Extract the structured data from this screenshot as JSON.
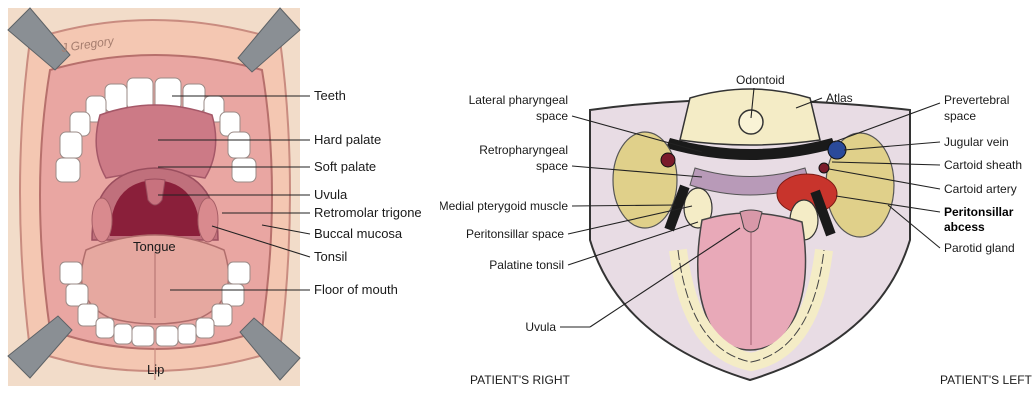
{
  "left_figure": {
    "signature": "J Gregory",
    "labels": {
      "teeth": "Teeth",
      "hard_palate": "Hard palate",
      "soft_palate": "Soft palate",
      "uvula": "Uvula",
      "retromolar_trigone": "Retromolar trigone",
      "buccal_mucosa": "Buccal mucosa",
      "tonsil": "Tonsil",
      "floor_of_mouth": "Floor of mouth",
      "tongue": "Tongue",
      "lip": "Lip"
    },
    "colors": {
      "background": "#f2dcc9",
      "lip": "#f4c7b2",
      "mucosa": "#e9a6a2",
      "palate": "#cc7a86",
      "throat": "#8a1f3a",
      "tongue": "#e6a8a0",
      "tooth": "#ffffff",
      "retractor": "#8a8f94"
    }
  },
  "right_figure": {
    "labels": {
      "odontoid": "Odontoid",
      "atlas": "Atlas",
      "lateral_pharyngeal_space": [
        "Lateral pharyngeal",
        "space"
      ],
      "retropharyngeal_space": [
        "Retropharyngeal",
        "space"
      ],
      "medial_pterygoid_muscle": "Medial pterygoid muscle",
      "peritonsillar_space": "Peritonsillar space",
      "palatine_tonsil": "Palatine tonsil",
      "uvula": "Uvula",
      "prevertebral_space": [
        "Prevertebral",
        "space"
      ],
      "jugular_vein": "Jugular vein",
      "carotid_sheath": "Cartoid sheath",
      "carotid_artery": "Cartoid artery",
      "peritonsillar_abscess": [
        "Peritonsillar",
        "abcess"
      ],
      "parotid_gland": "Parotid gland"
    },
    "orientation": {
      "patient_right": "PATIENT'S RIGHT",
      "patient_left": "PATIENT'S LEFT"
    },
    "colors": {
      "abscess": "#c8342c",
      "tongue": "#e8a9b8",
      "bone": "#f4ecc6",
      "vessel": "#2a4a9a",
      "gland": "#e0d08a",
      "tissue": "#d8c4d0"
    }
  }
}
